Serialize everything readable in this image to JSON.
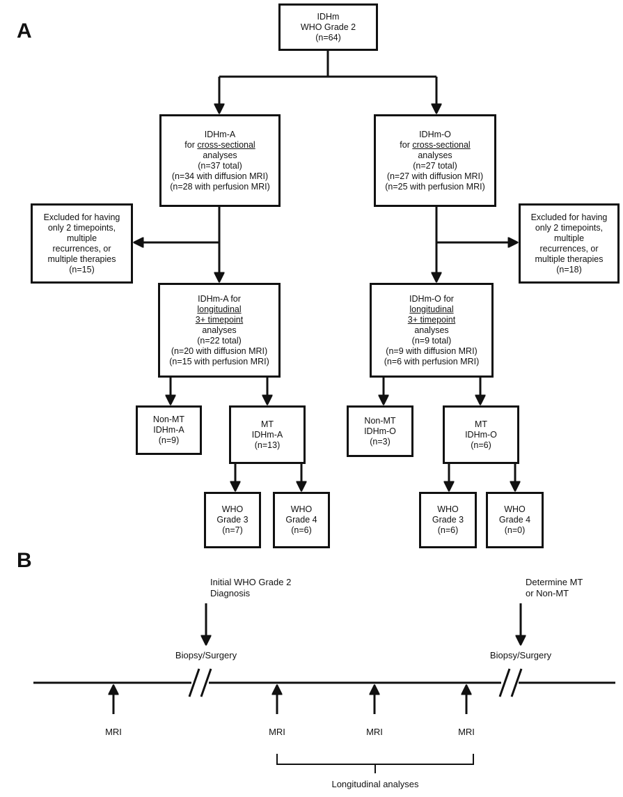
{
  "panels": {
    "a": "A",
    "b": "B"
  },
  "nodes": {
    "root": {
      "lines": [
        {
          "text": "IDHm"
        },
        {
          "text": "WHO Grade 2"
        },
        {
          "text": "(n=64)"
        }
      ]
    },
    "idhm_a": {
      "lines": [
        {
          "text": "IDHm-A"
        },
        {
          "pre": "for ",
          "u": "cross-sectional"
        },
        {
          "text": "analyses"
        },
        {
          "text": "(n=37 total)"
        },
        {
          "text": "(n=34 with diffusion MRI)"
        },
        {
          "text": "(n=28 with perfusion MRI)"
        }
      ]
    },
    "idhm_o": {
      "lines": [
        {
          "text": "IDHm-O"
        },
        {
          "pre": "for ",
          "u": "cross-sectional"
        },
        {
          "text": "analyses"
        },
        {
          "text": "(n=27 total)"
        },
        {
          "text": "(n=27 with diffusion MRI)"
        },
        {
          "text": "(n=25 with perfusion MRI)"
        }
      ]
    },
    "excl_a": {
      "lines": [
        {
          "text": "Excluded for having"
        },
        {
          "text": "only 2 timepoints,"
        },
        {
          "text": "multiple"
        },
        {
          "text": "recurrences, or"
        },
        {
          "text": "multiple therapies"
        },
        {
          "text": "(n=15)"
        }
      ]
    },
    "excl_o": {
      "lines": [
        {
          "text": "Excluded for having"
        },
        {
          "text": "only 2 timepoints,"
        },
        {
          "text": "multiple"
        },
        {
          "text": "recurrences, or"
        },
        {
          "text": "multiple therapies"
        },
        {
          "text": "(n=18)"
        }
      ]
    },
    "long_a": {
      "lines": [
        {
          "text": "IDHm-A for"
        },
        {
          "u": "longitudinal"
        },
        {
          "u": "3+ timepoint"
        },
        {
          "text": "analyses"
        },
        {
          "text": "(n=22 total)"
        },
        {
          "text": "(n=20 with diffusion MRI)"
        },
        {
          "text": "(n=15 with perfusion MRI)"
        }
      ]
    },
    "long_o": {
      "lines": [
        {
          "text": "IDHm-O for"
        },
        {
          "u": "longitudinal"
        },
        {
          "u": "3+ timepoint"
        },
        {
          "text": "analyses"
        },
        {
          "text": "(n=9 total)"
        },
        {
          "text": "(n=9 with diffusion MRI)"
        },
        {
          "text": "(n=6 with perfusion MRI)"
        }
      ]
    },
    "nonmt_a": {
      "lines": [
        {
          "text": "Non-MT"
        },
        {
          "text": "IDHm-A"
        },
        {
          "text": "(n=9)"
        }
      ]
    },
    "mt_a": {
      "lines": [
        {
          "text": "MT"
        },
        {
          "text": "IDHm-A"
        },
        {
          "text": "(n=13)"
        }
      ]
    },
    "nonmt_o": {
      "lines": [
        {
          "text": "Non-MT"
        },
        {
          "text": "IDHm-O"
        },
        {
          "text": "(n=3)"
        }
      ]
    },
    "mt_o": {
      "lines": [
        {
          "text": "MT"
        },
        {
          "text": "IDHm-O"
        },
        {
          "text": "(n=6)"
        }
      ]
    },
    "g3_a": {
      "lines": [
        {
          "text": "WHO"
        },
        {
          "text": "Grade 3"
        },
        {
          "text": "(n=7)"
        }
      ]
    },
    "g4_a": {
      "lines": [
        {
          "text": "WHO"
        },
        {
          "text": "Grade 4"
        },
        {
          "text": "(n=6)"
        }
      ]
    },
    "g3_o": {
      "lines": [
        {
          "text": "WHO"
        },
        {
          "text": "Grade 3"
        },
        {
          "text": "(n=6)"
        }
      ]
    },
    "g4_o": {
      "lines": [
        {
          "text": "WHO"
        },
        {
          "text": "Grade 4"
        },
        {
          "text": "(n=0)"
        }
      ]
    }
  },
  "timeline": {
    "initial_diag": [
      "Initial WHO Grade 2",
      "Diagnosis"
    ],
    "determine": [
      "Determine MT",
      "or Non-MT"
    ],
    "biopsy_1": "Biopsy/Surgery",
    "biopsy_2": "Biopsy/Surgery",
    "mri_1": "MRI",
    "mri_2": "MRI",
    "mri_3": "MRI",
    "mri_4": "MRI",
    "longitudinal": "Longitudinal analyses"
  }
}
